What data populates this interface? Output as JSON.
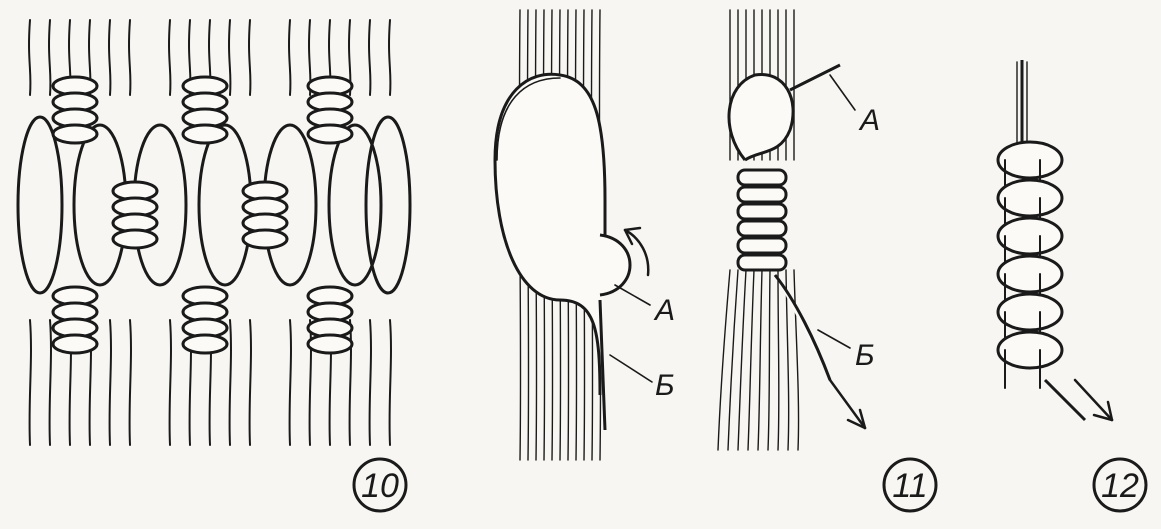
{
  "figures": [
    {
      "number": "10"
    },
    {
      "number": "11",
      "labels": {
        "a": "А",
        "b": "Б"
      }
    },
    {
      "number": "12"
    }
  ],
  "fig9_labels": {
    "a": "А",
    "b": "Б"
  }
}
